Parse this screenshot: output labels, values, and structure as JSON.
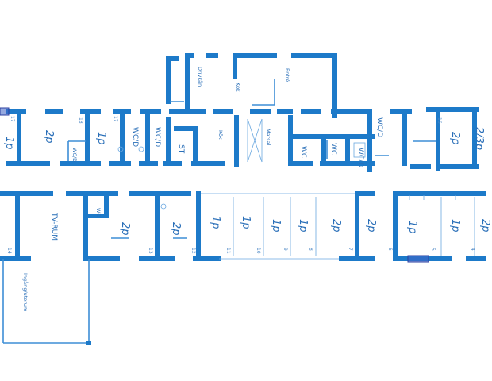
{
  "rooms": {
    "r_17": "1p",
    "r_18a": "2p",
    "r_18": "1p",
    "r_wcd1": "WC/D",
    "r_wcd2": "WC/D",
    "r_st": "ST",
    "r_drivkan": "Drivkån",
    "r_kok": "Kök",
    "r_kok2": "Kök",
    "r_matsal": "Matsal",
    "r_entre": "Entré",
    "r_wc_a": "WC",
    "r_wc_b": "WC",
    "r_wcd3": "WC/D",
    "r_wcd4": "WC/D",
    "r_16": "2p",
    "r_15": "2/3p",
    "r_14_tv": "TV-RUM",
    "r_wc_c": "WC",
    "r_13": "2p",
    "r_12": "2p",
    "r_11": "1p",
    "r_10": "1p",
    "r_9": "1p",
    "r_8": "1p",
    "r_7": "2p",
    "r_6": "2p",
    "r_5": "1p",
    "r_4": "1p",
    "r_3": "2p",
    "r_wcd_s": "WC/D",
    "r_ingang": "Ingång/uterum"
  },
  "numbers": {
    "n17": "17",
    "n18": "18",
    "n17b": "17",
    "n16": "16",
    "n14": "14",
    "n13": "13",
    "n12": "12",
    "n11": "11",
    "n10": "10",
    "n9": "9",
    "n8": "8",
    "n7": "7",
    "n6": "6",
    "n5": "5",
    "n4": "4"
  },
  "colors": {
    "wall": "#1d7ac9",
    "label": "#2a6fb8",
    "highlight": "#3f63c4"
  }
}
